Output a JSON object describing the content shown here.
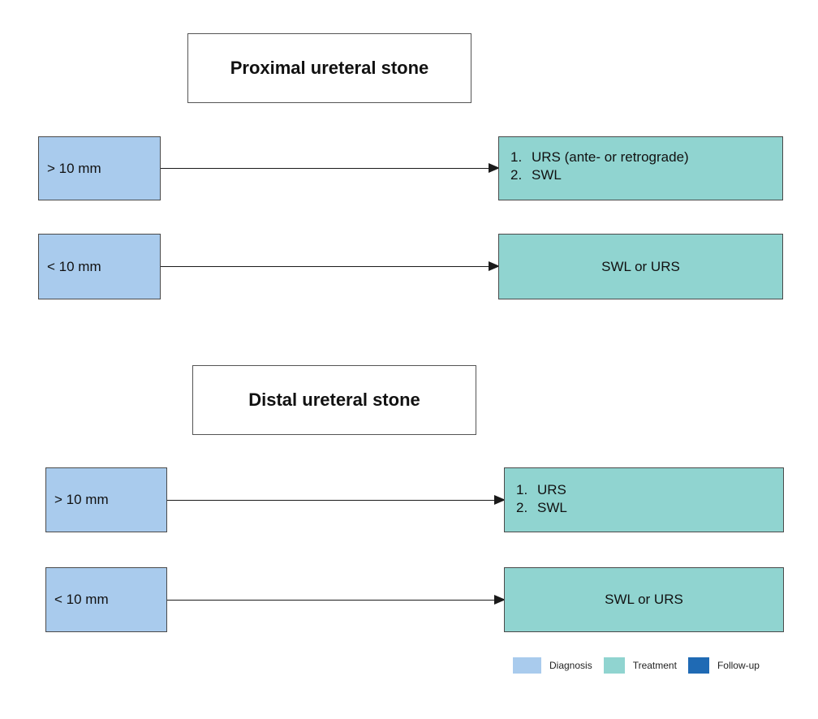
{
  "colors": {
    "diagnosis": "#a9cbed",
    "treatment": "#90d4d0",
    "follow_up": "#1f6ab4"
  },
  "proximal": {
    "title": "Proximal ureteral stone",
    "large": {
      "condition": "> 10 mm",
      "options": [
        {
          "num": "1.",
          "text": "URS (ante- or retrograde)"
        },
        {
          "num": "2.",
          "text": "SWL"
        }
      ]
    },
    "small": {
      "condition": "< 10 mm",
      "treatment": "SWL or URS"
    }
  },
  "distal": {
    "title": "Distal ureteral stone",
    "large": {
      "condition": "> 10 mm",
      "options": [
        {
          "num": "1.",
          "text": "URS"
        },
        {
          "num": "2.",
          "text": "SWL"
        }
      ]
    },
    "small": {
      "condition": "< 10 mm",
      "treatment": "SWL or URS"
    }
  },
  "legend": {
    "diagnosis": "Diagnosis",
    "treatment": "Treatment",
    "follow_up": "Follow-up"
  }
}
